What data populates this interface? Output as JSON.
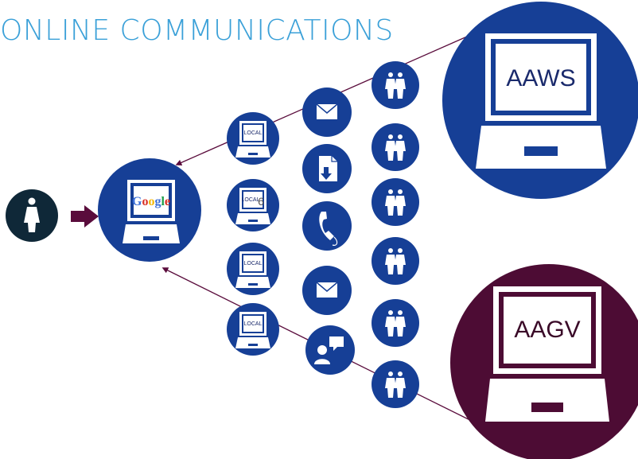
{
  "title": "ONLINE COMMUNICATIONS",
  "colors": {
    "title": "#3aa0d8",
    "navy": "#163f96",
    "maroon": "#4d0c34",
    "dark": "#0f2838",
    "arrow": "#5a0c3c"
  },
  "icons": {
    "person": "person-icon",
    "arrow": "arrow-right-icon",
    "search": "google-laptop-icon",
    "message_column": [
      "mail-icon",
      "document-download-icon",
      "phone-icon",
      "mail-icon",
      "chat-user-icon"
    ],
    "people_column": [
      "group-icon",
      "group-icon",
      "group-icon",
      "group-icon",
      "group-icon",
      "group-icon"
    ]
  },
  "search_engine": {
    "logo_text": "Google"
  },
  "local_laptops": [
    {
      "label": "LOCAL"
    },
    {
      "label": "LOCAL",
      "extra": "6"
    },
    {
      "label": "LOCAL"
    },
    {
      "label": "LOCAL"
    }
  ],
  "servers": {
    "top": {
      "label": "AAWS"
    },
    "bottom": {
      "label": "AAGV"
    }
  }
}
